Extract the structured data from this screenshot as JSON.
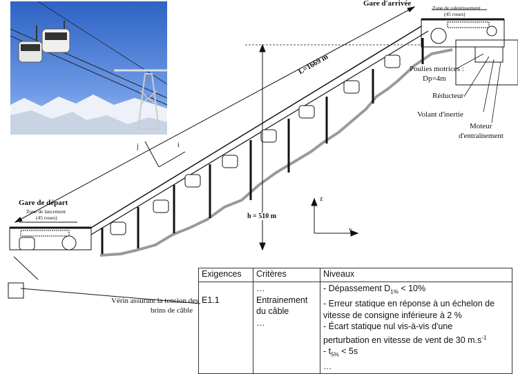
{
  "labels": {
    "gare_arrivee": "Gare d'arrivée",
    "zone_ralentissement": "Zone de ralentissement",
    "roues_haut": "(45 roues)",
    "longueur": "L=1669 m",
    "poulies": "Poulies motrices :",
    "dp": "Dp=4m",
    "reducteur": "Réducteur",
    "volant": "Volant d'inertie",
    "moteur_1": "Moteur",
    "moteur_2": "d'entraînement",
    "gare_depart": "Gare de départ",
    "zone_lancement": "Zone de lancement",
    "roues_bas": "(45 roues)",
    "hauteur": "h = 510 m",
    "axe_i": "i",
    "axe_j": "j",
    "axe_y": "y",
    "axe_z": "z",
    "verin_1": "Vérin assurant la tension des",
    "verin_2": "brins de câble"
  },
  "table": {
    "headers": [
      "Exigences",
      "Critères",
      "Niveaux"
    ],
    "exigence": "E1.1",
    "criteres": [
      "…",
      "Entrainement",
      "du câble",
      "…"
    ],
    "niveaux": [
      {
        "text": "- Dépassement D",
        "sub": "1%",
        "after": " < 10%"
      },
      {
        "text": "- Erreur statique en réponse à un échelon de"
      },
      {
        "text": "vitesse de consigne inférieure à 2 %"
      },
      {
        "text": "- Écart statique nul vis-à-vis d'une"
      },
      {
        "text": "perturbation en vitesse de vent de 30 m.s",
        "sup": "-1"
      },
      {
        "text": "- t",
        "sub": "5%",
        "after": " < 5s"
      },
      {
        "text": "…"
      }
    ]
  },
  "colors": {
    "sky": "#3f78d6",
    "terrain": "#999999",
    "line": "#111111"
  }
}
